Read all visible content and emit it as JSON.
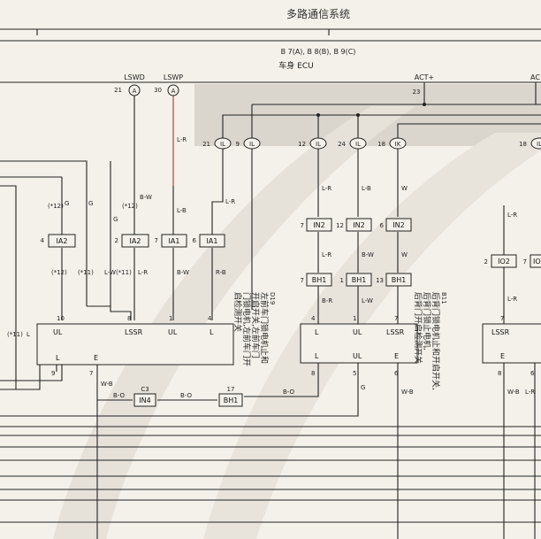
{
  "header": {
    "title": "多路通信系统",
    "ecu_connectors": "B 7(A), B 8(B), B 9(C)",
    "ecu_name": "车身 ECU"
  },
  "ecu_terminals": {
    "lswd": {
      "name": "LSWD",
      "pin": "21",
      "conn": "A"
    },
    "lswp": {
      "name": "LSWP",
      "pin": "30",
      "conn": "A"
    },
    "act1": {
      "name": "ACT+",
      "pin": "23"
    },
    "act2": {
      "name": "AC"
    }
  },
  "ecu_pins": [
    {
      "pin": "21",
      "conn": "IL"
    },
    {
      "pin": "9",
      "conn": "IL"
    },
    {
      "pin": "12",
      "conn": "IL"
    },
    {
      "pin": "24",
      "conn": "IL"
    },
    {
      "pin": "18",
      "conn": "IK"
    },
    {
      "pin": "18",
      "conn": "IL"
    }
  ],
  "wire_colors": {
    "g1": "G",
    "g2": "G",
    "bw1": "B-W",
    "lr1": "L-R",
    "lr2": "L-R",
    "lb1": "L-B",
    "lr3": "L-R",
    "lb2": "L-B",
    "w1": "W",
    "lr4": "L-R",
    "g3": "G",
    "plus12a": "(*12)",
    "plus12b": "(*12)",
    "plus12c": "(*12)",
    "plus11": "(*11)",
    "lw11": "L-W(*11)",
    "plus11b": "(*11)",
    "l1": "L",
    "bw2": "B-W",
    "lr5": "L-R",
    "rb": "R-B",
    "br": "B-R",
    "lr6": "L-R",
    "lw2": "L-W",
    "w2": "W",
    "wb1": "W-B",
    "bo1": "B-O",
    "bo2": "B-O",
    "bo3": "B-O",
    "g4": "G",
    "wb2": "W-B",
    "lr7": "L-R",
    "wb3": "W-B",
    "lr8": "L-R",
    "bw3": "B-W"
  },
  "connectors": {
    "ia2_a": {
      "pin": "4",
      "name": "IA2"
    },
    "ia2_b": {
      "pin": "2",
      "name": "IA2"
    },
    "ia1_a": {
      "pin": "7",
      "name": "IA1"
    },
    "ia1_b": {
      "pin": "6",
      "name": "IA1"
    },
    "in2_a": {
      "pin": "7",
      "name": "IN2"
    },
    "in2_b": {
      "pin": "12",
      "name": "IN2"
    },
    "in2_c": {
      "pin": "6",
      "name": "IN2"
    },
    "bh1_a": {
      "pin": "7",
      "name": "BH1"
    },
    "bh1_b": {
      "pin": "1",
      "name": "BH1"
    },
    "bh1_c": {
      "pin": "13",
      "name": "BH1"
    },
    "io2": {
      "pin": "2",
      "name": "IO2"
    },
    "io_partial": {
      "pin": "7",
      "name": "IO"
    },
    "in4": {
      "pin": "C3",
      "name": "IN4"
    },
    "bh1_d": {
      "pin": "17",
      "name": "BH1"
    }
  },
  "module_left": {
    "pins_top": [
      "10",
      "8",
      "1",
      "4"
    ],
    "labels_top": [
      "UL",
      "LSSR",
      "UL",
      "L"
    ],
    "labels_bottom": [
      "L",
      "E"
    ],
    "pins_bottom": [
      "9",
      "7"
    ],
    "id": "D19",
    "desc": "左前车门锁电机止和\n开启开关,左前车门\n门锁电机,左前车门开\n启检测开关"
  },
  "module_right": {
    "pins_top": [
      "4",
      "1",
      "7"
    ],
    "labels_top": [
      "L",
      "UL",
      "LSSR"
    ],
    "labels_bottom": [
      "L",
      "UL",
      "E"
    ],
    "pins_bottom": [
      "8",
      "5",
      "6"
    ],
    "id": "B11",
    "desc": "后背门锁电机止和开启开关,\n后背门锁止电机,\n后背门开启检测开关"
  },
  "module_far": {
    "pins_top": [
      "7"
    ],
    "labels_top": [
      "LSSR"
    ],
    "labels_bottom": [
      "E"
    ],
    "pins_bottom": [
      "8",
      "6"
    ]
  }
}
